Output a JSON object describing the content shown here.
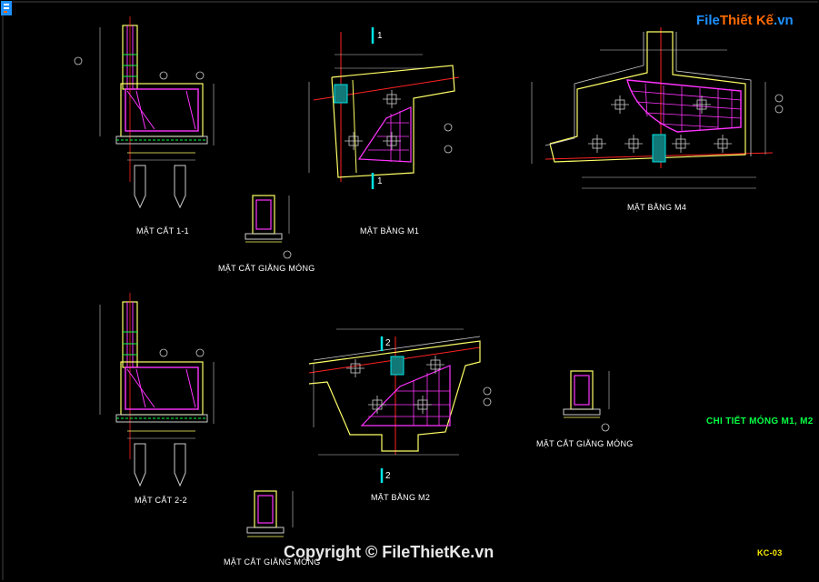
{
  "brand": {
    "part1": "File",
    "part2": "Thiết Kế",
    "part3": ".vn"
  },
  "sheet_title": "CHI TIẾT MÓNG M1, M2",
  "sheet_code": "KC-03",
  "copyright": "Copyright © FileThietKe.vn",
  "labels": {
    "section_1_1": "MẶT CẮT 1-1",
    "section_2_2": "MẶT CẮT 2-2",
    "plan_m1": "MẶT BẰNG M1",
    "plan_m2": "MẶT BẰNG M2",
    "plan_m4": "MẶT BẰNG M4",
    "beam_section_1": "MẶT CẮT GIẰNG MÓNG",
    "beam_section_2": "MẶT CẮT GIẰNG MÓNG",
    "beam_section_3": "MẶT CẮT GIẰNG MÓNG"
  },
  "section_marks": {
    "m1": "1",
    "m2": "2"
  },
  "colors": {
    "background": "#000000",
    "rebar": "#ff33ff",
    "column": "#00e5e5",
    "outline": "#ffff66",
    "axis": "#ff2222",
    "dimension": "#cccccc",
    "title_green": "#00ff44"
  }
}
